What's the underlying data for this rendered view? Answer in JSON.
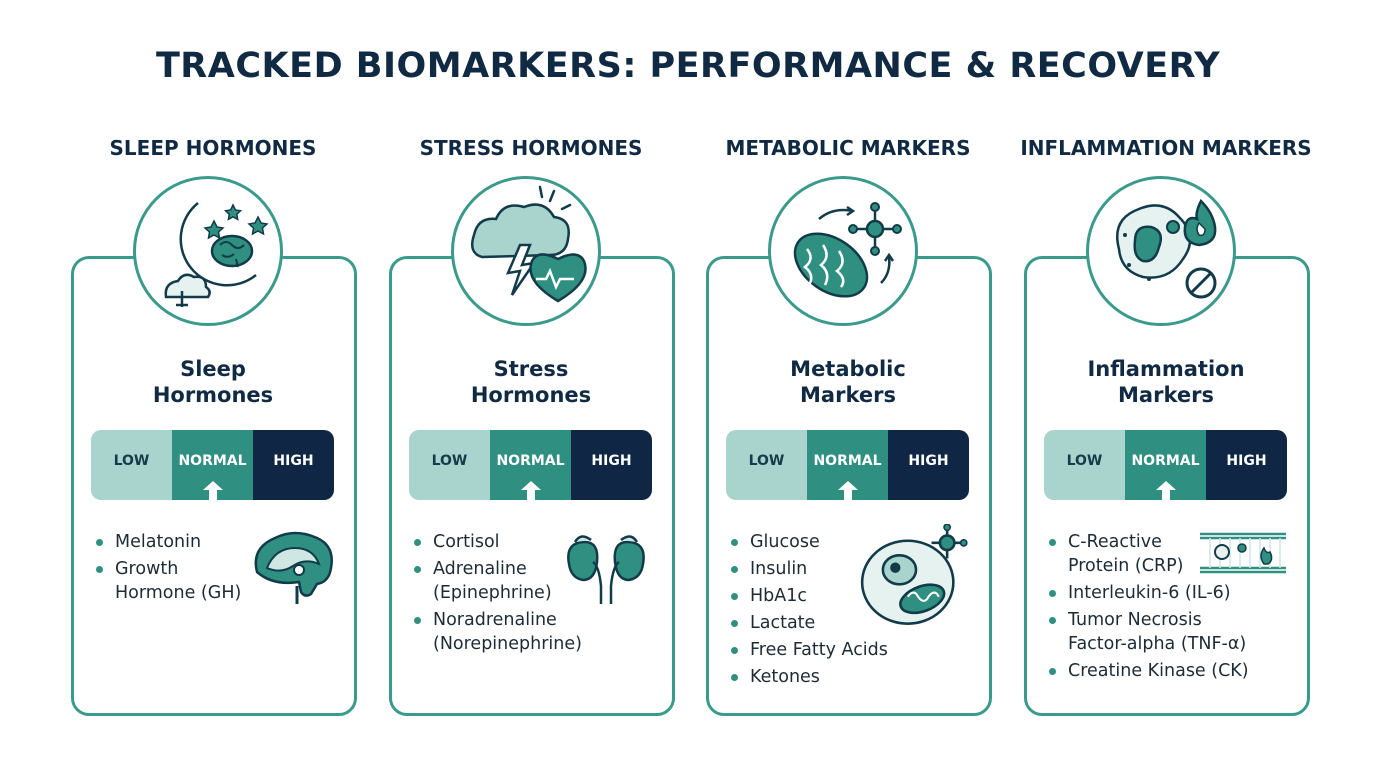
{
  "title": "TRACKED BIOMARKERS: PERFORMANCE & RECOVERY",
  "range_labels": {
    "low": "LOW",
    "normal": "NORMAL",
    "high": "HIGH"
  },
  "colors": {
    "teal": "#2f8f80",
    "light_teal": "#a9d3cd",
    "navy": "#0f2744",
    "border": "#3a9a8c"
  },
  "categories": [
    {
      "heading": "SLEEP HORMONES",
      "title_line1": "Sleep",
      "title_line2": "Hormones",
      "icon": "moon-brain-icon",
      "illustration": "brain-cross-section-icon",
      "indicator": "normal",
      "markers": [
        "Melatonin",
        "Growth Hormone (GH)"
      ]
    },
    {
      "heading": "STRESS HORMONES",
      "title_line1": "Stress",
      "title_line2": "Hormones",
      "icon": "storm-heart-icon",
      "illustration": "adrenal-kidneys-icon",
      "indicator": "normal",
      "markers": [
        "Cortisol",
        "Adrenaline (Epinephrine)",
        "Noradrenaline (Norepinephrine)"
      ]
    },
    {
      "heading": "METABOLIC MARKERS",
      "title_line1": "Metabolic",
      "title_line2": "Markers",
      "icon": "mitochondria-molecule-icon",
      "illustration": "cell-icon",
      "indicator": "normal",
      "markers": [
        "Glucose",
        "Insulin",
        "HbA1c",
        "Lactate",
        "Free Fatty Acids",
        "Ketones"
      ]
    },
    {
      "heading": "INFLAMMATION MARKERS",
      "title_line1": "Inflammation",
      "title_line2": "Markers",
      "icon": "immune-cell-flame-icon",
      "illustration": "blood-vessel-icon",
      "indicator": "normal",
      "markers": [
        "C-Reactive Protein (CRP)",
        "Interleukin-6 (IL-6)",
        "Tumor Necrosis Factor-alpha (TNF-α)",
        "Creatine Kinase (CK)"
      ]
    }
  ]
}
